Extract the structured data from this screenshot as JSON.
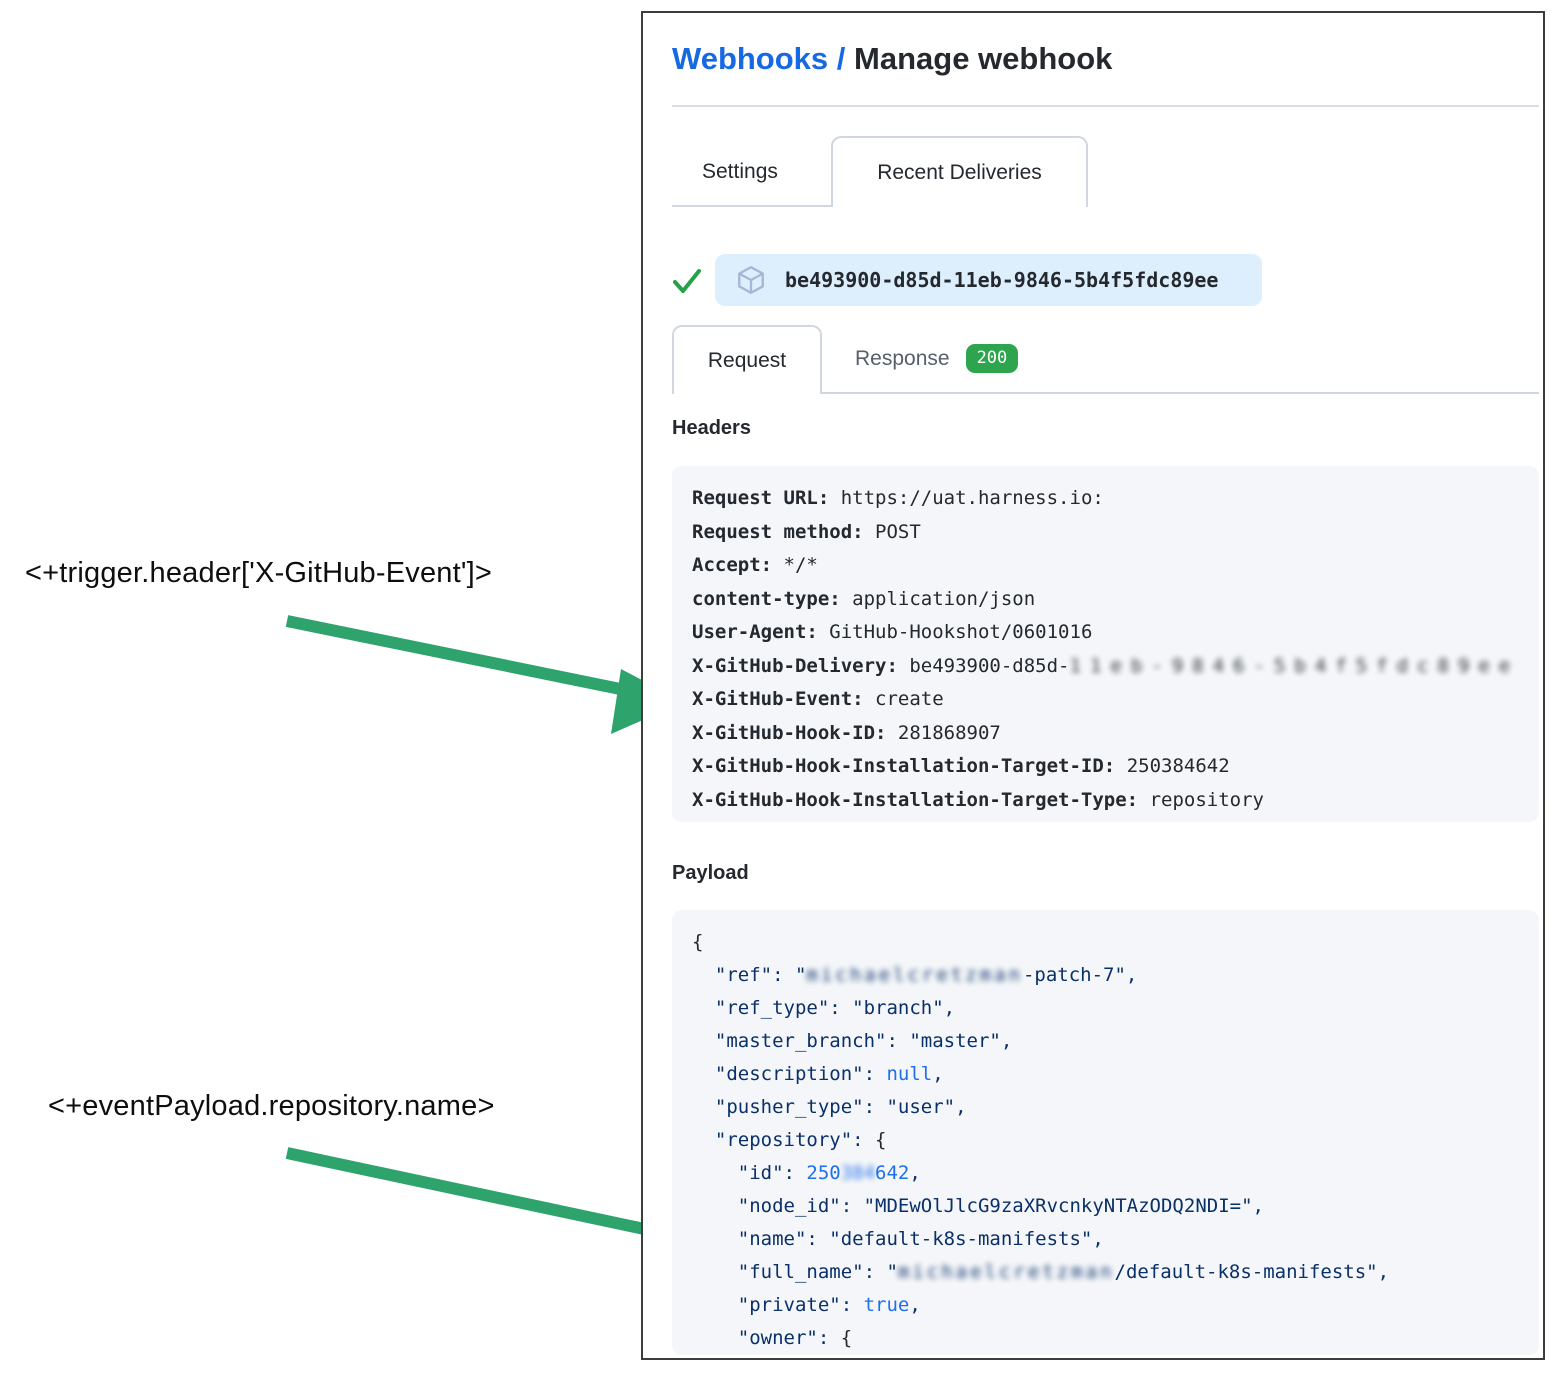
{
  "annotations": {
    "trigger_header_expr": "<+trigger.header['X-GitHub-Event']>",
    "event_payload_expr": "<+eventPayload.repository.name>"
  },
  "breadcrumb": {
    "link": "Webhooks /",
    "current": "Manage webhook"
  },
  "tabs": [
    {
      "label": "Settings",
      "active": false
    },
    {
      "label": "Recent Deliveries",
      "active": true
    }
  ],
  "delivery": {
    "id": "be493900-d85d-11eb-9846-5b4f5fdc89ee"
  },
  "subtabs": [
    {
      "label": "Request",
      "active": true
    },
    {
      "label": "Response",
      "active": false,
      "badge": "200"
    }
  ],
  "headers": {
    "title": "Headers",
    "entries": [
      {
        "key": "Request URL:",
        "value": "https://uat.harness.io:"
      },
      {
        "key": "Request method:",
        "value": "POST"
      },
      {
        "key": "Accept:",
        "value": "*/*"
      },
      {
        "key": "content-type:",
        "value": "application/json"
      },
      {
        "key": "User-Agent:",
        "value": "GitHub-Hookshot/0601016"
      },
      {
        "key": "X-GitHub-Delivery:",
        "value": "be493900-d85d-",
        "blurred": "11eb-9846-5b4f5fdc89ee"
      },
      {
        "key": "X-GitHub-Event:",
        "value": "create"
      },
      {
        "key": "X-GitHub-Hook-ID:",
        "value": "281868907"
      },
      {
        "key": "X-GitHub-Hook-Installation-Target-ID:",
        "value": "250384642"
      },
      {
        "key": "X-GitHub-Hook-Installation-Target-Type:",
        "value": "repository"
      }
    ]
  },
  "payload": {
    "title": "Payload",
    "lines": [
      [
        {
          "t": "{",
          "c": "b"
        }
      ],
      [
        {
          "t": "  \"ref\": \"",
          "c": "k"
        },
        {
          "t": "michaelcretzman",
          "c": "k",
          "blur": true,
          "ls": 3
        },
        {
          "t": "-patch-7\",",
          "c": "k"
        }
      ],
      [
        {
          "t": "  \"ref_type\": \"branch\",",
          "c": "k"
        }
      ],
      [
        {
          "t": "  \"master_branch\": \"master\",",
          "c": "k"
        }
      ],
      [
        {
          "t": "  \"description\": ",
          "c": "k"
        },
        {
          "t": "null",
          "c": "l"
        },
        {
          "t": ",",
          "c": "k"
        }
      ],
      [
        {
          "t": "  \"pusher_type\": \"user\",",
          "c": "k"
        }
      ],
      [
        {
          "t": "  \"repository\": ",
          "c": "k"
        },
        {
          "t": "{",
          "c": "b"
        }
      ],
      [
        {
          "t": "    \"id\": ",
          "c": "k"
        },
        {
          "t": "250",
          "c": "l"
        },
        {
          "t": "384",
          "c": "l",
          "blur": true
        },
        {
          "t": "642",
          "c": "l"
        },
        {
          "t": ",",
          "c": "k"
        }
      ],
      [
        {
          "t": "    \"node_id\": \"MDEwOlJlcG9zaXRvcnkyNTAzODQ2NDI=\",",
          "c": "k"
        }
      ],
      [
        {
          "t": "    \"name\": \"default-k8s-manifests\",",
          "c": "k"
        }
      ],
      [
        {
          "t": "    \"full_name\": \"",
          "c": "k"
        },
        {
          "t": "michaelcretzman",
          "c": "k",
          "blur": true,
          "ls": 3
        },
        {
          "t": "/default-k8s-manifests\",",
          "c": "k"
        }
      ],
      [
        {
          "t": "    \"private\": ",
          "c": "k"
        },
        {
          "t": "true",
          "c": "l"
        },
        {
          "t": ",",
          "c": "k"
        }
      ],
      [
        {
          "t": "    \"owner\": ",
          "c": "k"
        },
        {
          "t": "{",
          "c": "b"
        }
      ]
    ]
  },
  "colors": {
    "link_blue": "#1668e3",
    "arrow_green": "#2ea36b",
    "badge_green": "#2da44e",
    "check_green": "#26a148",
    "pill_blue_bg": "#ddeefc",
    "code_navy": "#0a3069",
    "code_literal_blue": "#1f6feb",
    "panel_border": "#3d3d3d"
  }
}
